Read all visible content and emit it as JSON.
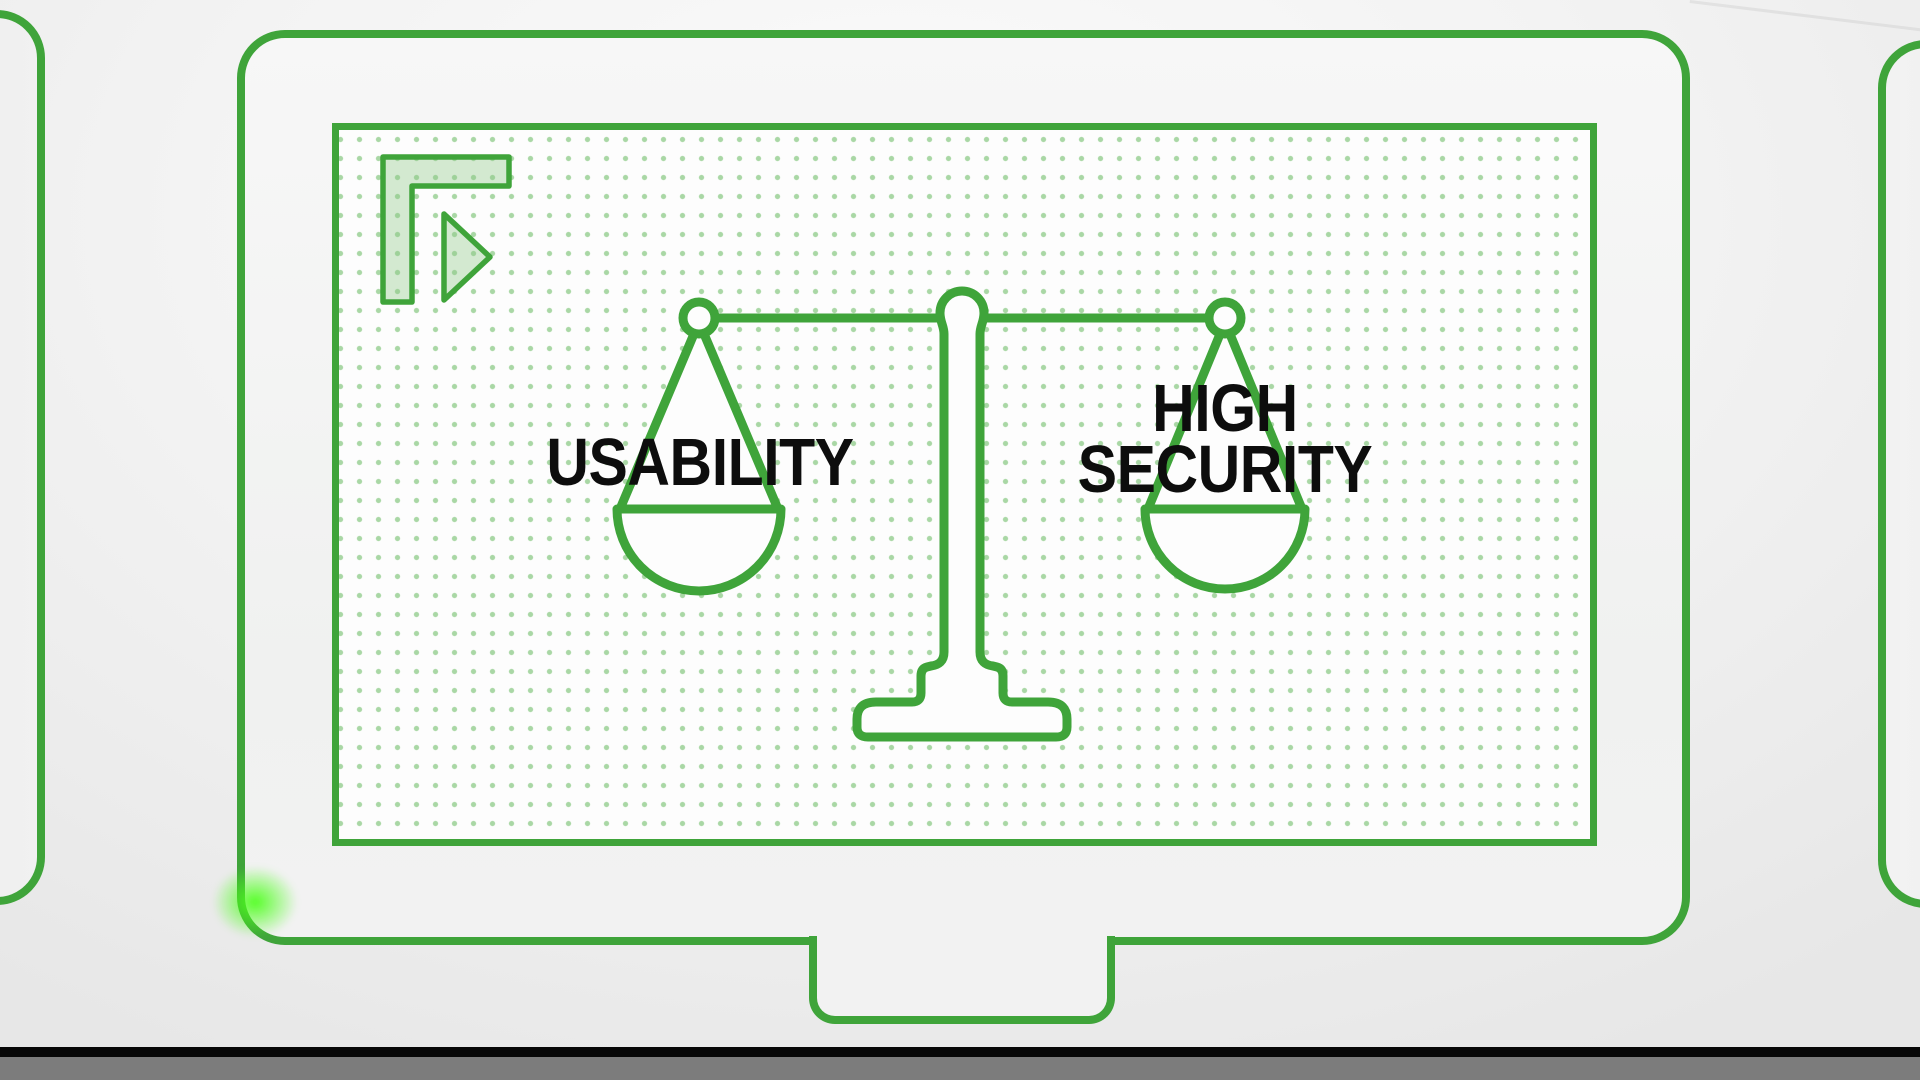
{
  "scene": {
    "monitor_screen": {
      "usability_label": "USABILITY",
      "high_security_label_line1": "HIGH",
      "high_security_label_line2": "SECURITY"
    }
  },
  "colors": {
    "green": "#3fa43a",
    "neon-green": "#4bff1c",
    "dot-green": "#a9d7a5",
    "bracket-fill": "rgba(141,201,133,0.38)",
    "ink": "#0d0d0d",
    "band-black": "#070707",
    "band-gray": "#7c7c7c"
  }
}
